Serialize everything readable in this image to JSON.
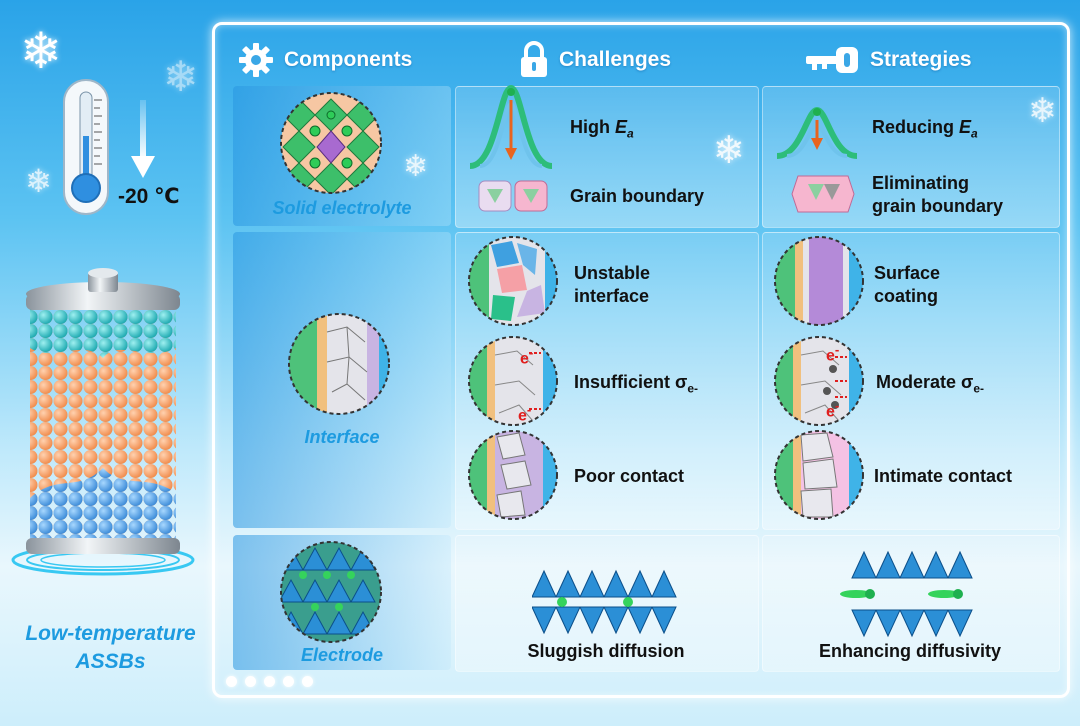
{
  "left": {
    "temperature": "-20 ℃",
    "title_line1": "Low-temperature",
    "title_line2": "ASSBs"
  },
  "headers": {
    "components": "Components",
    "challenges": "Challenges",
    "strategies": "Strategies"
  },
  "components": {
    "solid_electrolyte": "Solid electrolyte",
    "interface": "Interface",
    "electrode": "Electrode"
  },
  "challenges": {
    "high_ea_prefix": "High ",
    "ea_symbol": "E",
    "ea_sub": "a",
    "grain_boundary": "Grain boundary",
    "unstable_1": "Unstable",
    "unstable_2": "interface",
    "insufficient_prefix": "Insufficient σ",
    "sigma_sub": "e-",
    "poor_contact": "Poor contact",
    "sluggish": "Sluggish diffusion"
  },
  "strategies": {
    "reducing_prefix": "Reducing ",
    "eliminating_1": "Eliminating",
    "eliminating_2": "grain boundary",
    "surface_1": "Surface",
    "surface_2": "coating",
    "moderate_prefix": "Moderate σ",
    "intimate_contact": "Intimate contact",
    "enhancing": "Enhancing diffusivity"
  },
  "figure_labels": {
    "electron": "e"
  },
  "icons": [
    "snowflake-icon",
    "thermometer-icon",
    "down-arrow-icon",
    "battery-icon",
    "gear-icon",
    "lock-icon",
    "key-icon"
  ],
  "colors": {
    "accent": "#1d9be0",
    "arrow": "#e8641e",
    "electron": "#e01e1e"
  }
}
